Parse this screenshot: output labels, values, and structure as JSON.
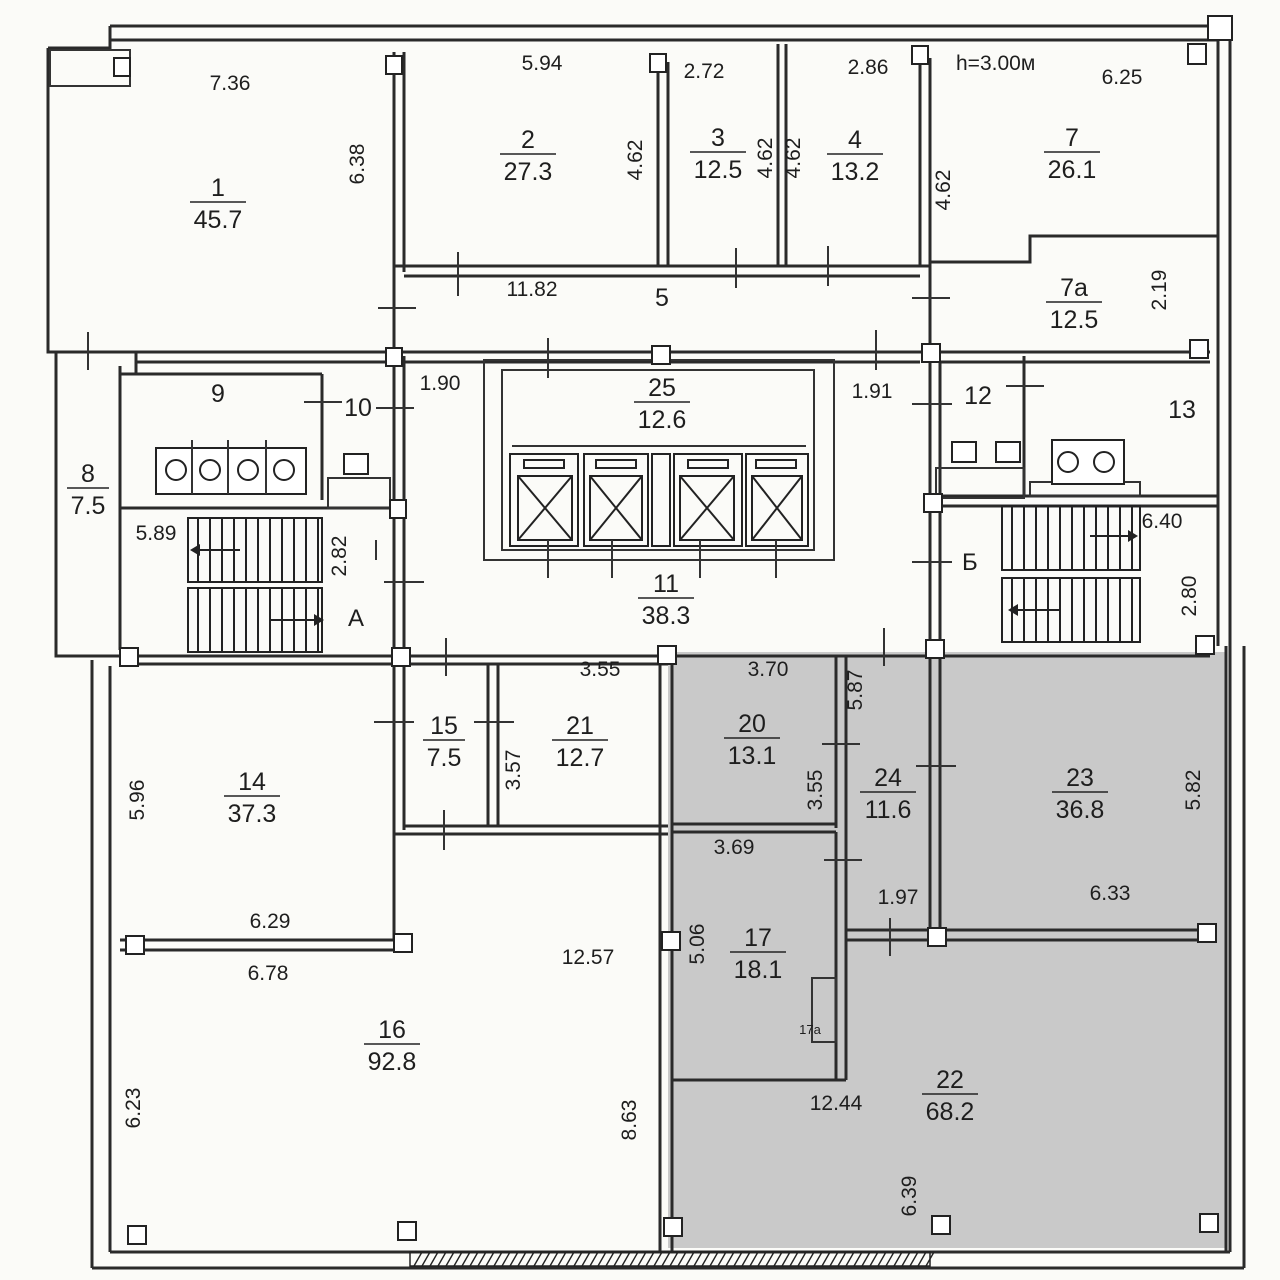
{
  "header": {
    "height_note": "h=3.00м"
  },
  "rooms": [
    {
      "id": "room-1",
      "num": "1",
      "area": "45.7"
    },
    {
      "id": "room-2",
      "num": "2",
      "area": "27.3"
    },
    {
      "id": "room-3",
      "num": "3",
      "area": "12.5"
    },
    {
      "id": "room-4",
      "num": "4",
      "area": "13.2"
    },
    {
      "id": "room-7",
      "num": "7",
      "area": "26.1"
    },
    {
      "id": "room-7a",
      "num": "7а",
      "area": "12.5"
    },
    {
      "id": "room-5",
      "num": "5",
      "area": ""
    },
    {
      "id": "room-9",
      "num": "9",
      "area": ""
    },
    {
      "id": "room-10",
      "num": "10",
      "area": ""
    },
    {
      "id": "room-25",
      "num": "25",
      "area": "12.6"
    },
    {
      "id": "room-12",
      "num": "12",
      "area": ""
    },
    {
      "id": "room-13",
      "num": "13",
      "area": ""
    },
    {
      "id": "room-8",
      "num": "8",
      "area": "7.5"
    },
    {
      "id": "room-11",
      "num": "11",
      "area": "38.3"
    },
    {
      "id": "room-14",
      "num": "14",
      "area": "37.3"
    },
    {
      "id": "room-15",
      "num": "15",
      "area": "7.5"
    },
    {
      "id": "room-21",
      "num": "21",
      "area": "12.7"
    },
    {
      "id": "room-20",
      "num": "20",
      "area": "13.1"
    },
    {
      "id": "room-24",
      "num": "24",
      "area": "11.6"
    },
    {
      "id": "room-23",
      "num": "23",
      "area": "36.8"
    },
    {
      "id": "room-17",
      "num": "17",
      "area": "18.1"
    },
    {
      "id": "room-16",
      "num": "16",
      "area": "92.8"
    },
    {
      "id": "room-22",
      "num": "22",
      "area": "68.2"
    },
    {
      "id": "room-17a",
      "num": "17а",
      "area": ""
    }
  ],
  "dimensions": [
    "7.36",
    "5.94",
    "2.72",
    "2.86",
    "6.25",
    "6.38",
    "4.62",
    "4.62",
    "4.62",
    "4.62",
    "11.82",
    "2.19",
    "1.90",
    "1.91",
    "5.89",
    "2.82",
    "6.40",
    "2.80",
    "3.55",
    "3.70",
    "5.87",
    "3.57",
    "3.55",
    "5.96",
    "5.82",
    "3.69",
    "1.97",
    "6.33",
    "6.29",
    "6.78",
    "12.57",
    "5.06",
    "12.44",
    "6.23",
    "8.63",
    "6.39"
  ],
  "stair_labels": {
    "a": "А",
    "b": "Б"
  }
}
